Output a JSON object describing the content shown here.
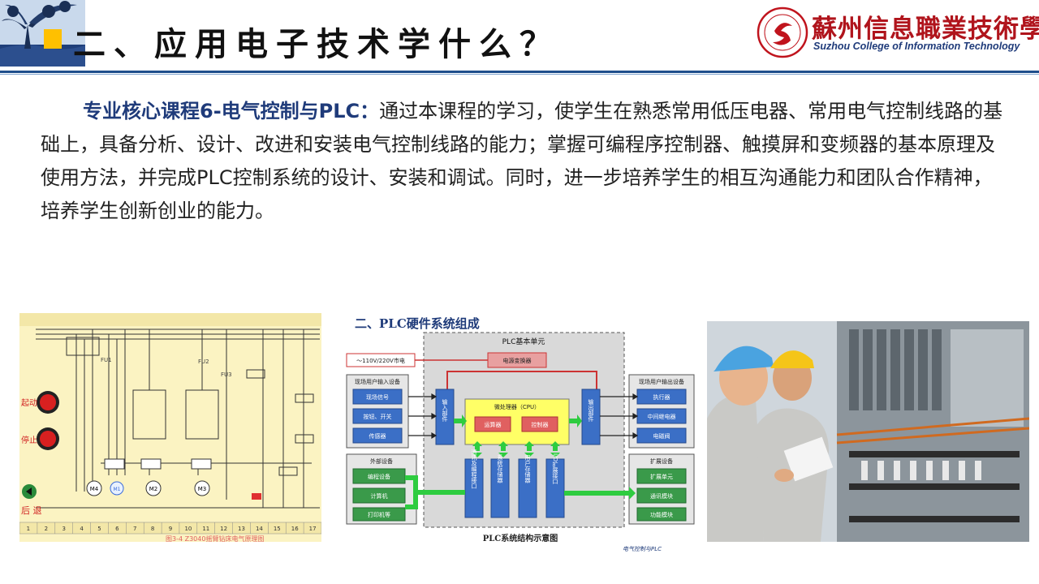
{
  "header": {
    "title": "二、应用电子技术学什么？",
    "school_cn": "蘇州信息職業技術學院",
    "school_en": "Suzhou College of Information Technology",
    "colors": {
      "rule": "#1f4e8c",
      "bullet": "#ffc000",
      "school_red": "#b0141c"
    }
  },
  "body": {
    "lead": "专业核心课程6-电气控制与PLC：",
    "text": "通过本课程的学习，使学生在熟悉常用低压电器、常用电气控制线路的基础上，具备分析、设计、改进和安装电气控制线路的能力；掌握可编程序控制器、触摸屏和变频器的基本原理及使用方法，并完成PLC控制系统的设计、安装和调试。同时，进一步培养学生的相互沟通能力和团队合作精神，培养学生创新创业的能力。"
  },
  "circuit_image": {
    "buttons": [
      "起动",
      "停止"
    ],
    "motors": [
      "M4",
      "M1",
      "M2",
      "M3"
    ],
    "fuse_labels": [
      "FU1",
      "FU2",
      "FU3"
    ],
    "retreat_label": "后 退",
    "caption": "图3-4 Z3040摇臂钻床电气原理图",
    "column_numbers": [
      "1",
      "2",
      "3",
      "4",
      "5",
      "6",
      "7",
      "8",
      "9",
      "10",
      "11",
      "12",
      "13",
      "14",
      "15",
      "16",
      "17"
    ]
  },
  "plc_diagram": {
    "heading": "二、PLC硬件系统组成",
    "unit_title": "PLC基本单元",
    "power_source": "～110V/220V市电",
    "power_converter": "电源变换器",
    "input_group_title": "现场用户输入设备",
    "inputs": [
      "现场信号",
      "按钮、开关",
      "传感器"
    ],
    "input_module": "输入部件",
    "cpu": "微处理器（CPU）",
    "alu": "运算器",
    "controller": "控制器",
    "output_module": "输出部件",
    "output_group_title": "现场用户输出设备",
    "outputs": [
      "执行器",
      "中间继电器",
      "电磁阀"
    ],
    "external_group_title": "外部设备",
    "externals": [
      "编程设备",
      "计算机",
      "打印机等"
    ],
    "interfaces": [
      "通讯及编程接口",
      "系统存储器",
      "用户存储器",
      "I/O扩展接口"
    ],
    "expansion_group_title": "扩展设备",
    "expansions": [
      "扩展单元",
      "通讯模块",
      "功能模块"
    ],
    "caption": "PLC系统结构示意图",
    "watermark": "电气控制与PLC"
  },
  "photo": {
    "subject": "technicians-wiring-control-cabinet"
  }
}
